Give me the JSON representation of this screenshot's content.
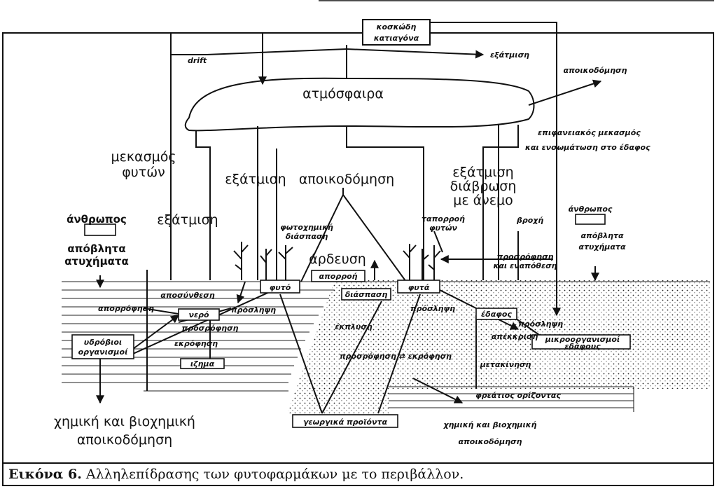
{
  "diagram": {
    "top_box": {
      "line1": "κοσκώδη",
      "line2": "κατιαγόνα"
    },
    "drift": "drift",
    "evaporation_top": "εξάτμιση",
    "decomposition_top_right": "αποικοδόμηση",
    "atmosphere": "ατμόσφαιρα",
    "surface_uptake": {
      "line1": "επιφανειακός μεκασμός",
      "line2": "και ενσωμάτωση στο έδαφος"
    },
    "plant_wash_left": {
      "line1": "μεκασμός",
      "line2": "φυτών"
    },
    "evaporation_mid": "εξάτμιση",
    "decomposition_mid": "αποικοδόμηση",
    "evap_erosion_wind": {
      "line1": "εξάτμιση",
      "line2": "διάβρωση",
      "line3": "με άνεμο"
    },
    "human_left": "άνθρωπος",
    "waste_left": {
      "line1": "απόβλητα",
      "line2": "ατυχήματα"
    },
    "evaporation_left": "εξάτμιση",
    "photochem": {
      "line1": "φωτοχημική",
      "line2": "διάσπαση"
    },
    "burning": "άρδευση",
    "runoff_box": "απορροή",
    "plant_fall": {
      "line1": "ταπορροή",
      "line2": "φυτών"
    },
    "rain": "βροχή",
    "human_right": "άνθρωπος",
    "waste_right": {
      "line1": "απόβλητα",
      "line2": "ατυχήματα"
    },
    "adsorb_deposit": {
      "line1": "προσρόφηση",
      "line2": "και εναπόθεση"
    },
    "plant_box_left": "φυτό",
    "plant_box_right": "φυτά",
    "degradation": "αποσύνθεση",
    "absorption": "απορρόφηση",
    "water_box": "νερό",
    "uptake_left": "πρόσληψη",
    "decomposition_box": "διάσπαση",
    "uptake_right": "πρόσληψη",
    "soil_box": "έδαφος",
    "adsorption": "προσρόφηση",
    "desorption": "εκρόφηση",
    "leaching": "έκπλυση",
    "uptake_soil": "πρόσληψη",
    "aquatic_org": {
      "line1": "υδρόβιοι",
      "line2": "οργανισμοί"
    },
    "sludge": "ιζημα",
    "release": "απέκκριση",
    "soil_org": {
      "line1": "μικροοργανισμοί",
      "line2": "εδάφους"
    },
    "adsorb_desorb": "προσρόφηση ⇄ εκρόφηση",
    "migration": "μετακίνηση",
    "aquifer": "φρεάτιος ορίζοντας",
    "chem_bio_left": {
      "line1": "χημική και βιοχημική",
      "line2": "αποικοδόμηση"
    },
    "agri_products": "γεωργικά προϊόντα",
    "chem_bio_right": {
      "line1": "χημική και βιοχημική",
      "line2": "αποικοδόμηση"
    }
  },
  "caption": {
    "label": "Εικόνα 6.",
    "text": "Αλληλεπίδρασης των φυτοφαρμάκων με το περιβάλλον."
  }
}
